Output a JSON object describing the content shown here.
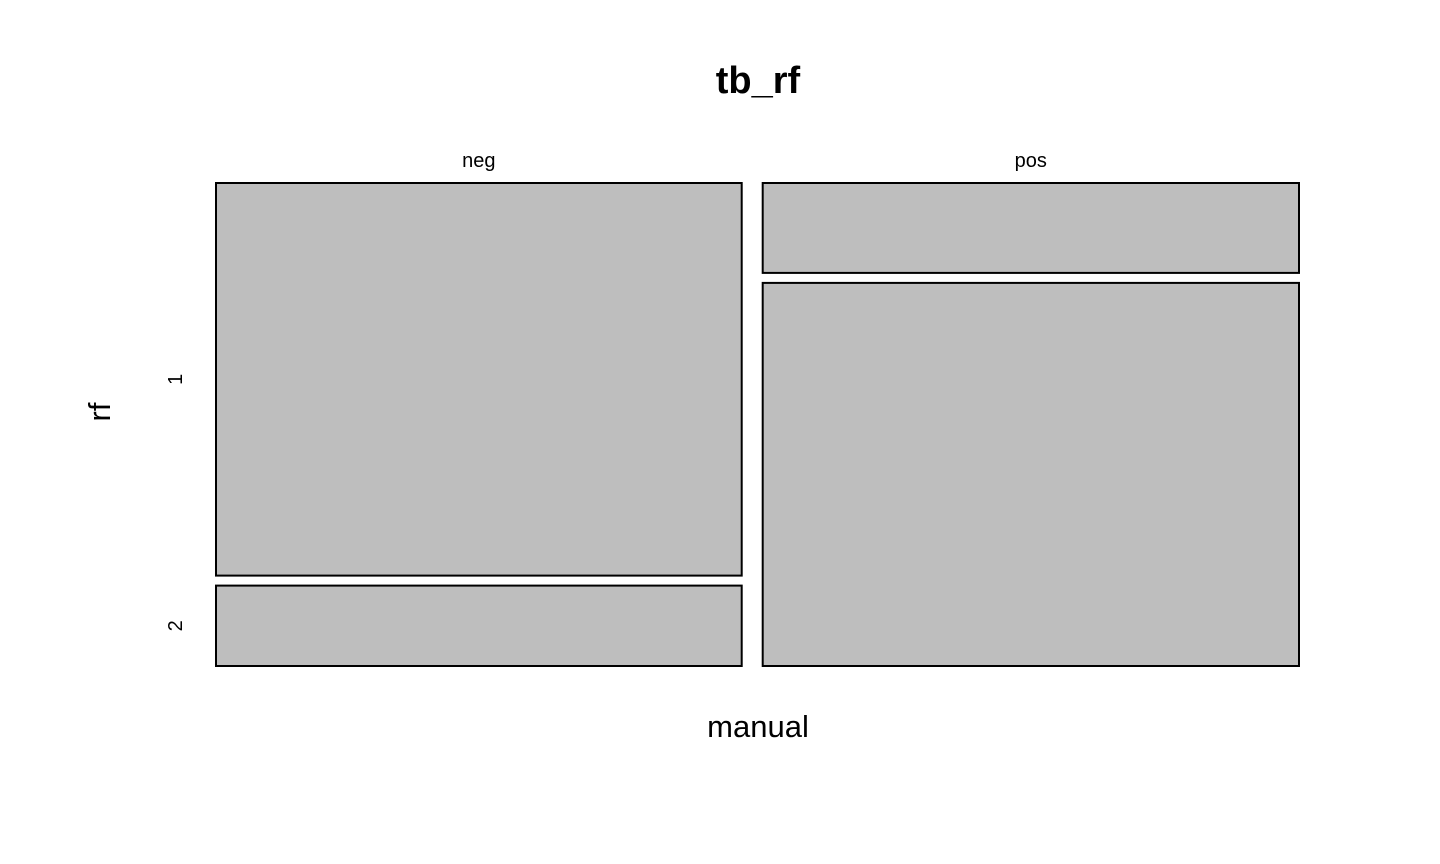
{
  "chart_data": {
    "type": "mosaic",
    "title": "tb_rf",
    "xlabel": "manual",
    "ylabel": "rf",
    "x_categories": [
      "neg",
      "pos"
    ],
    "y_categories": [
      "1",
      "2"
    ],
    "x_proportions": [
      0.495,
      0.505
    ],
    "cells": [
      {
        "x": "neg",
        "y": "1",
        "proportion_within_x": 0.83
      },
      {
        "x": "neg",
        "y": "2",
        "proportion_within_x": 0.17
      },
      {
        "x": "pos",
        "y": "1",
        "proportion_within_x": 0.19
      },
      {
        "x": "pos",
        "y": "2",
        "proportion_within_x": 0.81
      }
    ],
    "fill_color": "#bebebe",
    "stroke_color": "#000000"
  }
}
